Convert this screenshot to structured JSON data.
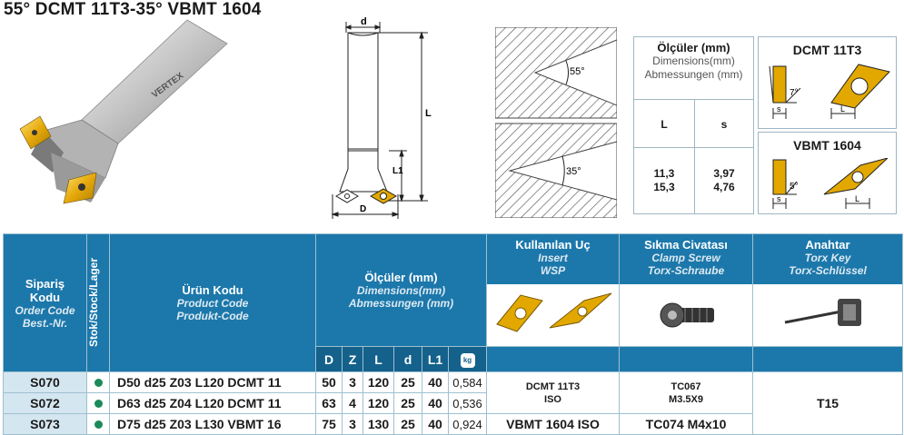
{
  "title": "55° DCMT 11T3-35° VBMT 1604",
  "photo": {
    "logo_text": "VERTEX"
  },
  "drawing": {
    "labels": {
      "d": "d",
      "L": "L",
      "L1": "L1",
      "D": "D"
    }
  },
  "angles": {
    "top": "55°",
    "bottom": "35°"
  },
  "dim_box": {
    "title": "Ölçüler (mm)",
    "sub1": "Dimensions(mm)",
    "sub2": "Abmessungen (mm)",
    "col1": "L",
    "col2": "s",
    "l_values": [
      "11,3",
      "15,3"
    ],
    "s_values": [
      "3,97",
      "4,76"
    ]
  },
  "insert1": {
    "name": "DCMT 11T3",
    "angle": "7°",
    "s": "s",
    "l": "L"
  },
  "insert2": {
    "name": "VBMT 1604",
    "angle": "5°",
    "s": "s",
    "l": "L"
  },
  "table": {
    "h_order": {
      "t1": "Sipariş",
      "t2": "Kodu",
      "i1": "Order Code",
      "i2": "Best.-Nr."
    },
    "h_stock": "Stok/Stock/Lager",
    "h_product": {
      "t": "Ürün Kodu",
      "i1": "Product Code",
      "i2": "Produkt-Code"
    },
    "h_dims": {
      "t": "Ölçüler (mm)",
      "i1": "Dimensions(mm)",
      "i2": "Abmessungen (mm)"
    },
    "h_insert": {
      "t": "Kullanılan Uç",
      "i1": "Insert",
      "i2": "WSP"
    },
    "h_screw": {
      "t": "Sıkma Civatası",
      "i1": "Clamp Screw",
      "i2": "Torx-Schraube"
    },
    "h_key": {
      "t": "Anahtar",
      "i1": "Torx Key",
      "i2": "Torx-Schlüssel"
    },
    "dim_cols": [
      "D",
      "Z",
      "L",
      "d",
      "L1"
    ],
    "weight_icon": "kg",
    "rows": [
      {
        "code": "S070",
        "product": "D50 d25 Z03 L120 DCMT 11",
        "D": "50",
        "Z": "3",
        "L": "120",
        "d": "25",
        "L1": "40",
        "w": "0,584"
      },
      {
        "code": "S072",
        "product": "D63 d25 Z04 L120 DCMT 11",
        "D": "63",
        "Z": "4",
        "L": "120",
        "d": "25",
        "L1": "40",
        "w": "0,536"
      },
      {
        "code": "S073",
        "product": "D75 d25 Z03 L130 VBMT 16",
        "D": "75",
        "Z": "3",
        "L": "130",
        "d": "25",
        "L1": "40",
        "w": "0,924"
      }
    ],
    "insert_dcmt": {
      "l1": "DCMT 11T3",
      "l2": "ISO"
    },
    "insert_vbmt": "VBMT 1604 ISO",
    "screw_tc067": {
      "l1": "TC067",
      "l2": "M3.5X9"
    },
    "screw_tc074": "TC074 M4x10",
    "key": "T15"
  },
  "colors": {
    "header_blue": "#1c78ab",
    "subheader_blue": "#14618c",
    "stock_green": "#1c8a5a",
    "insert_gold": "#e2a800"
  }
}
